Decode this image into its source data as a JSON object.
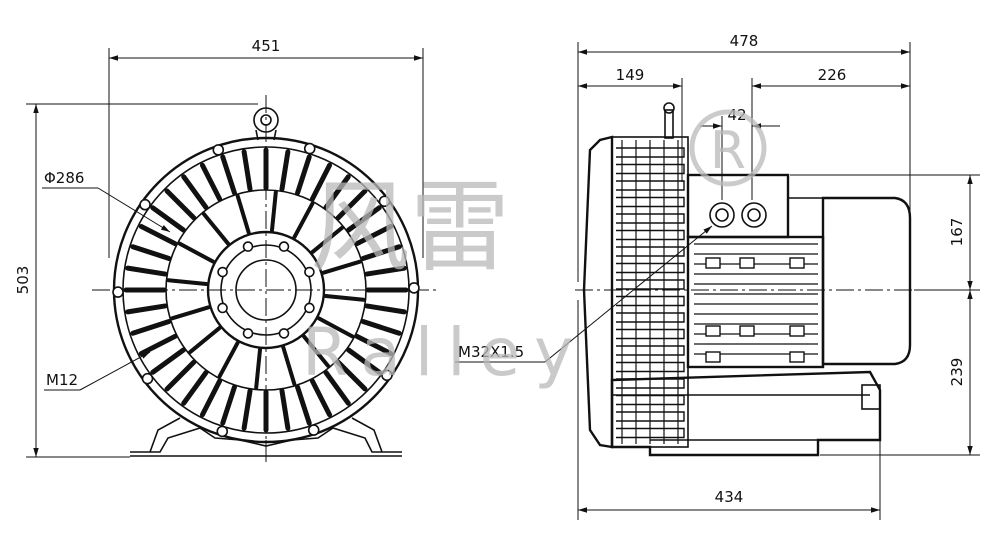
{
  "drawing": {
    "front_view": {
      "width_dim": "451",
      "height_dim": "503",
      "diameter_label": "Φ286",
      "bolt_label": "M12"
    },
    "side_view": {
      "overall_length_dim": "478",
      "inlet_dim": "149",
      "motor_dim": "226",
      "terminal_dim": "42",
      "upper_height_dim": "167",
      "lower_height_dim": "239",
      "base_length_dim": "434",
      "cable_gland_label": "M32X1.5"
    },
    "watermark": {
      "brand_chars": "风雷",
      "brand_latin": "Ralley",
      "registered_mark": "R"
    }
  }
}
